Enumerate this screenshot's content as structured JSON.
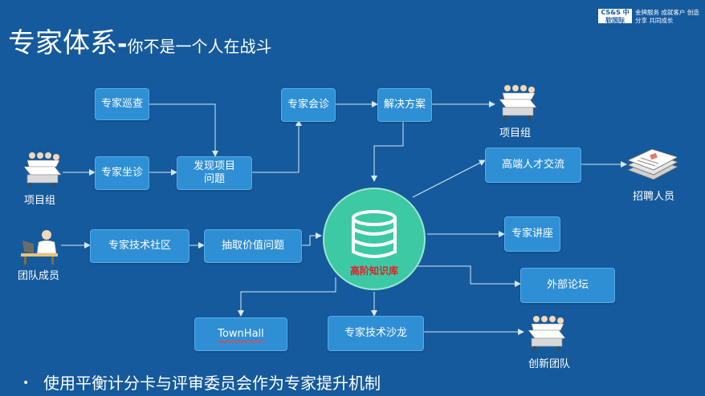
{
  "title": {
    "main": "专家体系",
    "dash": "-",
    "sub": "你不是一个人在战斗"
  },
  "logo": {
    "brand": "CS&S 中软国际",
    "slogan": "金牌服务 成就客户 创造分享 共同成长"
  },
  "nodes": {
    "expert_patrol": "专家巡查",
    "expert_duty": "专家坐诊",
    "find_issue": "发现项目问题",
    "consult": "专家会诊",
    "solution": "解决方案",
    "community": "专家技术社区",
    "extract": "抽取价值问题",
    "talent": "高端人才交流",
    "lecture": "专家讲座",
    "forum": "外部论坛",
    "townhall": "TownHall",
    "salon": "专家技术沙龙"
  },
  "knowledge_base": {
    "label": "高阶知识库",
    "icon": "database-icon"
  },
  "actors": {
    "team_left": "项目组",
    "member": "团队成员",
    "team_right": "项目组",
    "recruit": "招聘人员",
    "innovation": "创新团队"
  },
  "bullet": "使用平衡计分卡与评审委员会作为专家提升机制",
  "colors": {
    "background": "#155a9c",
    "box": "#2f8fd4",
    "hub": "#3cc9a3",
    "hub_label": "#e0202a"
  }
}
